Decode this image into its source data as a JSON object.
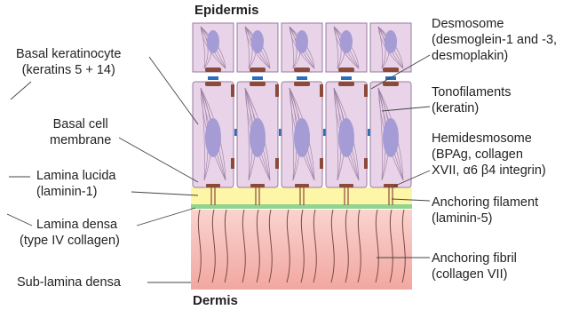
{
  "title_top": "Epidermis",
  "title_bottom": "Dermis",
  "left_labels": {
    "basal_keratinocyte": [
      "Basal keratinocyte",
      "(keratins 5 + 14)"
    ],
    "basal_cell_membrane": [
      "Basal cell",
      "membrane"
    ],
    "lamina_lucida": [
      "Lamina lucida",
      "(laminin-1)"
    ],
    "lamina_densa": [
      "Lamina densa",
      "(type IV collagen)"
    ],
    "sub_lamina_densa": "Sub-lamina densa"
  },
  "right_labels": {
    "desmosome": [
      "Desmosome",
      "(desmoglein-1 and -3,",
      "desmoplakin)"
    ],
    "tonofilaments": [
      "Tonofilaments",
      "(keratin)"
    ],
    "hemidesmosome": [
      "Hemidesmosome",
      "(BPAg, collagen",
      "XVII, α6 β4 integrin)"
    ],
    "anchoring_filament": [
      "Anchoring filament",
      "(laminin-5)"
    ],
    "anchoring_fibril": [
      "Anchoring fibril",
      "(collagen VII)"
    ]
  },
  "colors": {
    "cell_fill": "#e8d3e8",
    "cell_border": "#9a7ba0",
    "nucleus": "#a59cd6",
    "desmosome": "#8b4a3a",
    "blue_marker": "#2a6fbe",
    "lamina_lucida": "#fdf6a6",
    "lamina_densa": "#8fd48f",
    "dermis_top": "#f9c9c4",
    "dermis_bottom": "#f3a8a2",
    "leader_line": "#444444"
  }
}
